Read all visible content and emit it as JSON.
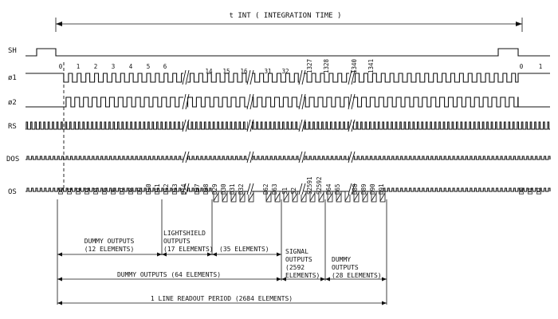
{
  "title": "t INT  ( INTEGRATION TIME )",
  "signals": [
    "SH",
    "ø1",
    "ø2",
    "RS",
    "DOS",
    "OS"
  ],
  "phi1_pulse_labels": [
    "0",
    "1",
    "2",
    "3",
    "4",
    "5",
    "6",
    "14",
    "15",
    "16",
    "31",
    "32",
    "1327",
    "1328",
    "1340",
    "1341",
    "0",
    "1"
  ],
  "os_labels_left": [
    "D0",
    "D1",
    "D2",
    "D3",
    "D4",
    "D5",
    "D6",
    "D7",
    "D8",
    "D9",
    "D10",
    "D11",
    "D12",
    "D13",
    "D14",
    "D27",
    "D28",
    "D29",
    "D30",
    "D31",
    "D32",
    "D62",
    "D63",
    "S1",
    "S2",
    "S2591",
    "S2592",
    "D64",
    "D65",
    "D88",
    "D89",
    "D90",
    "D91"
  ],
  "os_labels_right": [
    "D0",
    "D1",
    "D2"
  ],
  "annotations": {
    "dummy12": [
      "DUMMY OUTPUTS",
      "(12 ELEMENTS)"
    ],
    "lightshield": [
      "LIGHTSHIELD",
      "OUTPUTS",
      "(17 ELEMENTS)"
    ],
    "elements35": "(35 ELEMENTS)",
    "signal": [
      "SIGNAL",
      "OUTPUTS",
      "(2592",
      "ELEMENTS)"
    ],
    "dummy28": [
      "DUMMY",
      "OUTPUTS",
      "(28 ELEMENTS)"
    ],
    "dummy64": "DUMMY OUTPUTS (64 ELEMENTS)",
    "readout": "1 LINE READOUT PERIOD (2684 ELEMENTS)"
  }
}
